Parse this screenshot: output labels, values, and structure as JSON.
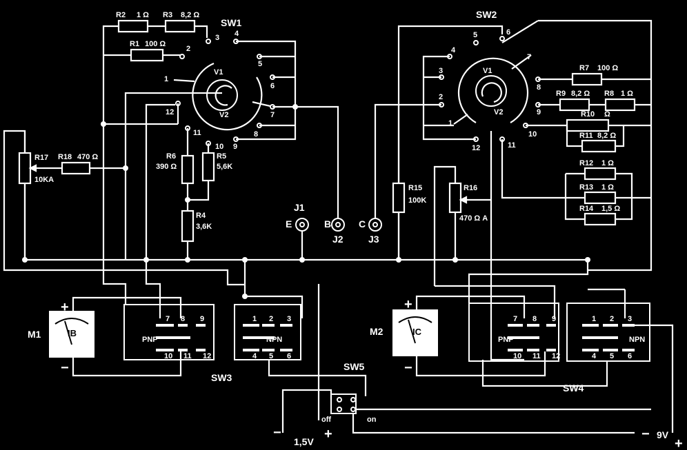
{
  "resistors": {
    "r1": {
      "label": "R1",
      "value": "100 Ω"
    },
    "r2": {
      "label": "R2",
      "value": "1 Ω"
    },
    "r3": {
      "label": "R3",
      "value": "8,2 Ω"
    },
    "r4": {
      "label": "R4",
      "value": "3,6K"
    },
    "r5": {
      "label": "R5",
      "value": "5,6K"
    },
    "r6": {
      "label": "R6",
      "value": "390 Ω"
    },
    "r7": {
      "label": "R7",
      "value": "100 Ω"
    },
    "r8": {
      "label": "R8",
      "value": "1 Ω"
    },
    "r9": {
      "label": "R9",
      "value": "8,2 Ω"
    },
    "r10": {
      "label": "R10",
      "value": "Ω"
    },
    "r11": {
      "label": "R11",
      "value": "8,2 Ω"
    },
    "r12": {
      "label": "R12",
      "value": "1 Ω"
    },
    "r13": {
      "label": "R13",
      "value": "1 Ω"
    },
    "r14": {
      "label": "R14",
      "value": "1,5 Ω"
    },
    "r15": {
      "label": "R15",
      "value": "100K"
    },
    "r16": {
      "label": "R16",
      "value": "470 Ω A"
    },
    "r17": {
      "label": "R17",
      "value": "10KA"
    },
    "r18": {
      "label": "R18",
      "value": "470 Ω"
    }
  },
  "switches": {
    "sw1": "SW1",
    "sw2": "SW2",
    "sw3": "SW3",
    "sw4": "SW4",
    "sw5": "SW5",
    "v1": "V1",
    "v2": "V2",
    "pnp": "PNP",
    "npn": "NPN",
    "off": "off",
    "on": "on"
  },
  "sw1_positions": [
    "1",
    "2",
    "3",
    "4",
    "5",
    "6",
    "7",
    "8",
    "9",
    "10",
    "11",
    "12"
  ],
  "sw2_positions": [
    "1",
    "2",
    "3",
    "4",
    "5",
    "6",
    "7",
    "8",
    "9",
    "10",
    "11",
    "12"
  ],
  "sw3_pins": [
    "1",
    "2",
    "3",
    "4",
    "5",
    "6",
    "7",
    "8",
    "9",
    "10",
    "11",
    "12"
  ],
  "sw4_pins": [
    "1",
    "2",
    "3",
    "4",
    "5",
    "6",
    "7",
    "8",
    "9",
    "10",
    "11",
    "12"
  ],
  "jacks": {
    "j1": "J1",
    "j2": "J2",
    "j3": "J3",
    "e": "E",
    "b": "B",
    "c": "C"
  },
  "meters": {
    "m1": {
      "label": "M1",
      "face": "IB"
    },
    "m2": {
      "label": "M2",
      "face": "IC"
    },
    "plus": "+",
    "minus": "−"
  },
  "supplies": {
    "v15": "1,5V",
    "v9": "9V",
    "plus": "+",
    "minus": "−"
  }
}
